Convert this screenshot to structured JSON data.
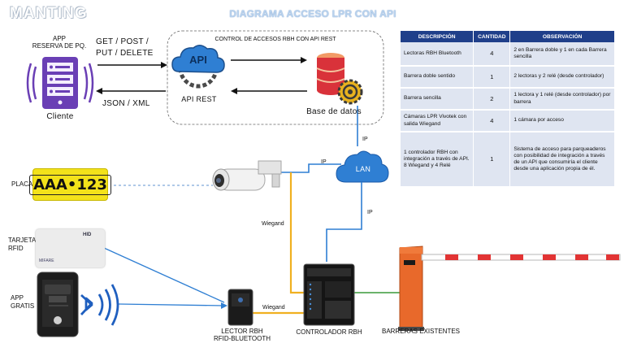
{
  "logo": "MANTING",
  "title": "DIAGRAMA ACCESO LPR CON API",
  "app_label": "APP\nRESERVA DE PQ.",
  "client_label": "Cliente",
  "api_box_title": "CONTROL DE ACCESOS RBH CON API REST",
  "api_icon_text": "API",
  "api_rest_label": "API REST",
  "db_label": "Base de datos",
  "request_label": "GET / POST /\nPUT / DELETE",
  "response_label": "JSON / XML",
  "lan_label": "LAN",
  "ip_labels": [
    "IP",
    "IP",
    "IP"
  ],
  "wiegand_labels": [
    "Wiegand",
    "Wiegand"
  ],
  "placa_label": "PLACA",
  "plate_text": "AAA•123",
  "tarjeta_label": "TARJETA\nRFID",
  "card_brand": "HID",
  "card_mifare": "MIFARE",
  "app_gratis_label": "APP\nGRATIS",
  "lector_label": "LECTOR RBH\nRFID-BLUETOOTH",
  "controlador_label": "CONTROLADOR RBH",
  "barreras_label": "BARRERAS EXISTENTES",
  "colors": {
    "accent_blue": "#1f3f8a",
    "line_blue": "#2f7fd3",
    "wiegand_orange": "#f0b020",
    "barrier_orange": "#e8692b",
    "device_purple": "#6a3fb5",
    "plate_yellow": "#f3e21a"
  },
  "table": {
    "headers": [
      "DESCRIPCIÓN",
      "CANTIDAD",
      "OBSERVACIÓN"
    ],
    "rows": [
      {
        "desc": "Lectoras RBH Bluetooth",
        "qty": "4",
        "obs": "2 en Barrera doble y 1 en cada Barrera sencilla"
      },
      {
        "desc": "Barrera doble sentido",
        "qty": "1",
        "obs": "2 lectoras y 2 relé (desde controlador)"
      },
      {
        "desc": "Barrera sencilla",
        "qty": "2",
        "obs": "1 lectora y 1 relé (desde controlador) por barrera"
      },
      {
        "desc": "Cámaras LPR Vivotek con salida Wiegand",
        "qty": "4",
        "obs": "1 cámara por acceso"
      },
      {
        "desc": "1 controlador RBH con integración a través de API. 8 Wiegand y 4 Relé",
        "qty": "1",
        "obs": "Sistema de acceso para parqueaderos con posibilidad de integración a través de un API que consumiría el cliente desde una aplicación propia de él."
      }
    ]
  }
}
